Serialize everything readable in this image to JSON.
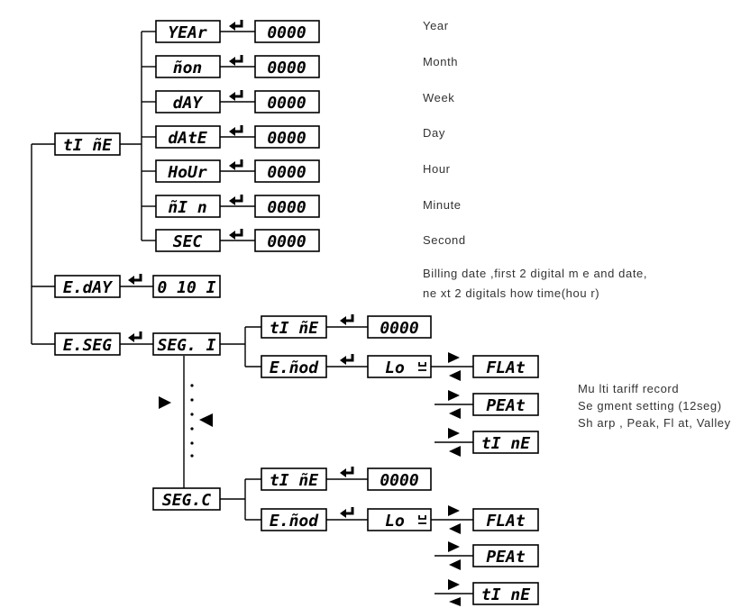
{
  "menu": {
    "time": {
      "label": "tI ñE",
      "items": [
        {
          "label": "YEAr",
          "value": "0000",
          "desc": "Year"
        },
        {
          "label": "ñon",
          "value": "0000",
          "desc": "Month"
        },
        {
          "label": "dAY",
          "value": "0000",
          "desc": "Week"
        },
        {
          "label": "dAtE",
          "value": "0000",
          "desc": "Day"
        },
        {
          "label": "HoUr",
          "value": "0000",
          "desc": "Hour"
        },
        {
          "label": "ñI n",
          "value": "0000",
          "desc": "Minute"
        },
        {
          "label": "SEC",
          "value": "0000",
          "desc": "Second"
        }
      ]
    },
    "eday": {
      "label": "E.dAY",
      "value": "0 10 I",
      "desc_line1": "Billing date ,first 2 digital m e and date,",
      "desc_line2": "ne xt 2 digitals how time(hou r)"
    },
    "eseg": {
      "label": "E.SEG",
      "first": {
        "label": "SEG. I",
        "time_label": "tI ñE",
        "time_value": "0000",
        "mode_label": "E.ñod",
        "mode_value": "Lo",
        "options": [
          "FLAt",
          "PEAt",
          "tI nE"
        ]
      },
      "last": {
        "label": "SEG.C",
        "time_label": "tI ñE",
        "time_value": "0000",
        "mode_label": "E.ñod",
        "mode_value": "Lo",
        "options": [
          "FLAt",
          "PEAt",
          "tI nE"
        ]
      },
      "desc_line1": "Mu lti tariff record",
      "desc_line2": "Se gment  setting (12seg)",
      "desc_line3": "Sh arp , Peak, Fl at, Valley"
    }
  },
  "icons": {
    "enter": "enter-arrow-icon",
    "next": "triangle-right-icon",
    "prev": "triangle-left-icon"
  }
}
